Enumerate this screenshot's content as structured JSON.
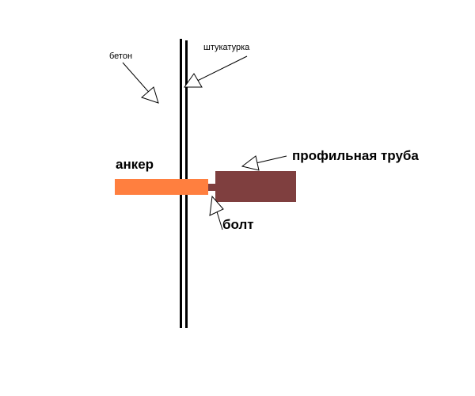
{
  "diagram": {
    "labels": {
      "concrete": "бетон",
      "plaster": "штукатурка",
      "anchor": "анкер",
      "profile_pipe": "профильная труба",
      "bolt": "болт"
    },
    "colors": {
      "background": "#ffffff",
      "wall_lines": "#000000",
      "anchor": "#ff7f3f",
      "profile_pipe": "#7f3f3f",
      "bolt": "#7f3f3f",
      "arrows": "#000000"
    }
  }
}
